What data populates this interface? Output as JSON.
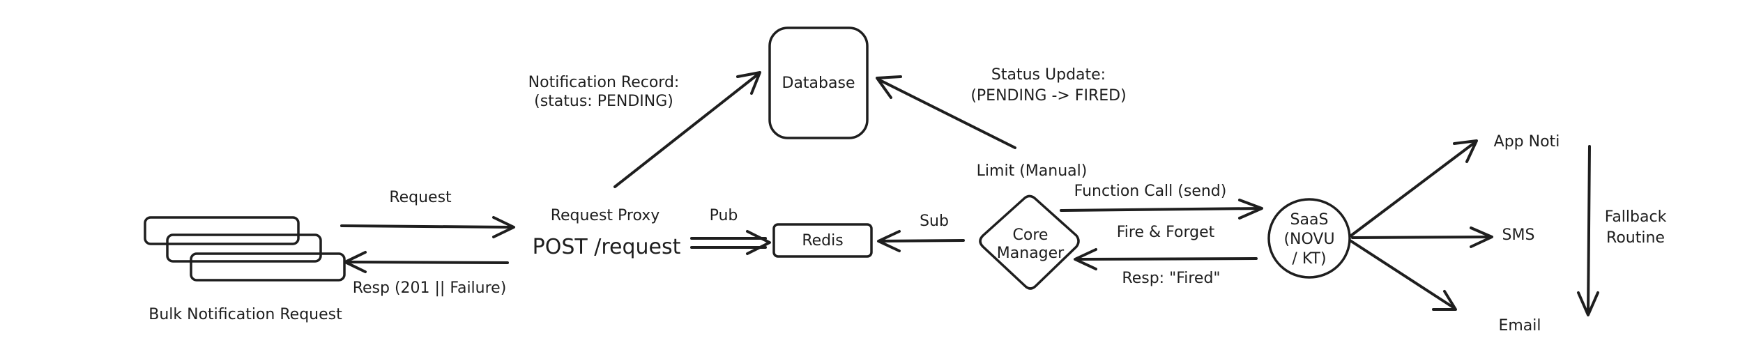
{
  "nodes": {
    "bulk_request": "Bulk Notification Request",
    "request_proxy_title": "Request Proxy",
    "request_proxy_endpoint": "POST /request",
    "database": "Database",
    "redis": "Redis",
    "core_manager_line1": "Core",
    "core_manager_line2": "Manager",
    "saas_line1": "SaaS",
    "saas_line2": "(NOVU",
    "saas_line3": "/ KT)",
    "app_noti": "App Noti",
    "sms": "SMS",
    "email": "Email"
  },
  "edges": {
    "request": "Request",
    "response": "Resp (201 || Failure)",
    "record_line1": "Notification Record:",
    "record_line2": "(status: PENDING)",
    "pub": "Pub",
    "sub": "Sub",
    "status_line1": "Status Update:",
    "status_line2": "(PENDING -> FIRED)",
    "limit": "Limit (Manual)",
    "function_call": "Function Call (send)",
    "fire_forget": "Fire & Forget",
    "resp_fired": "Resp: \"Fired\"",
    "fallback_line1": "Fallback",
    "fallback_line2": "Routine"
  }
}
